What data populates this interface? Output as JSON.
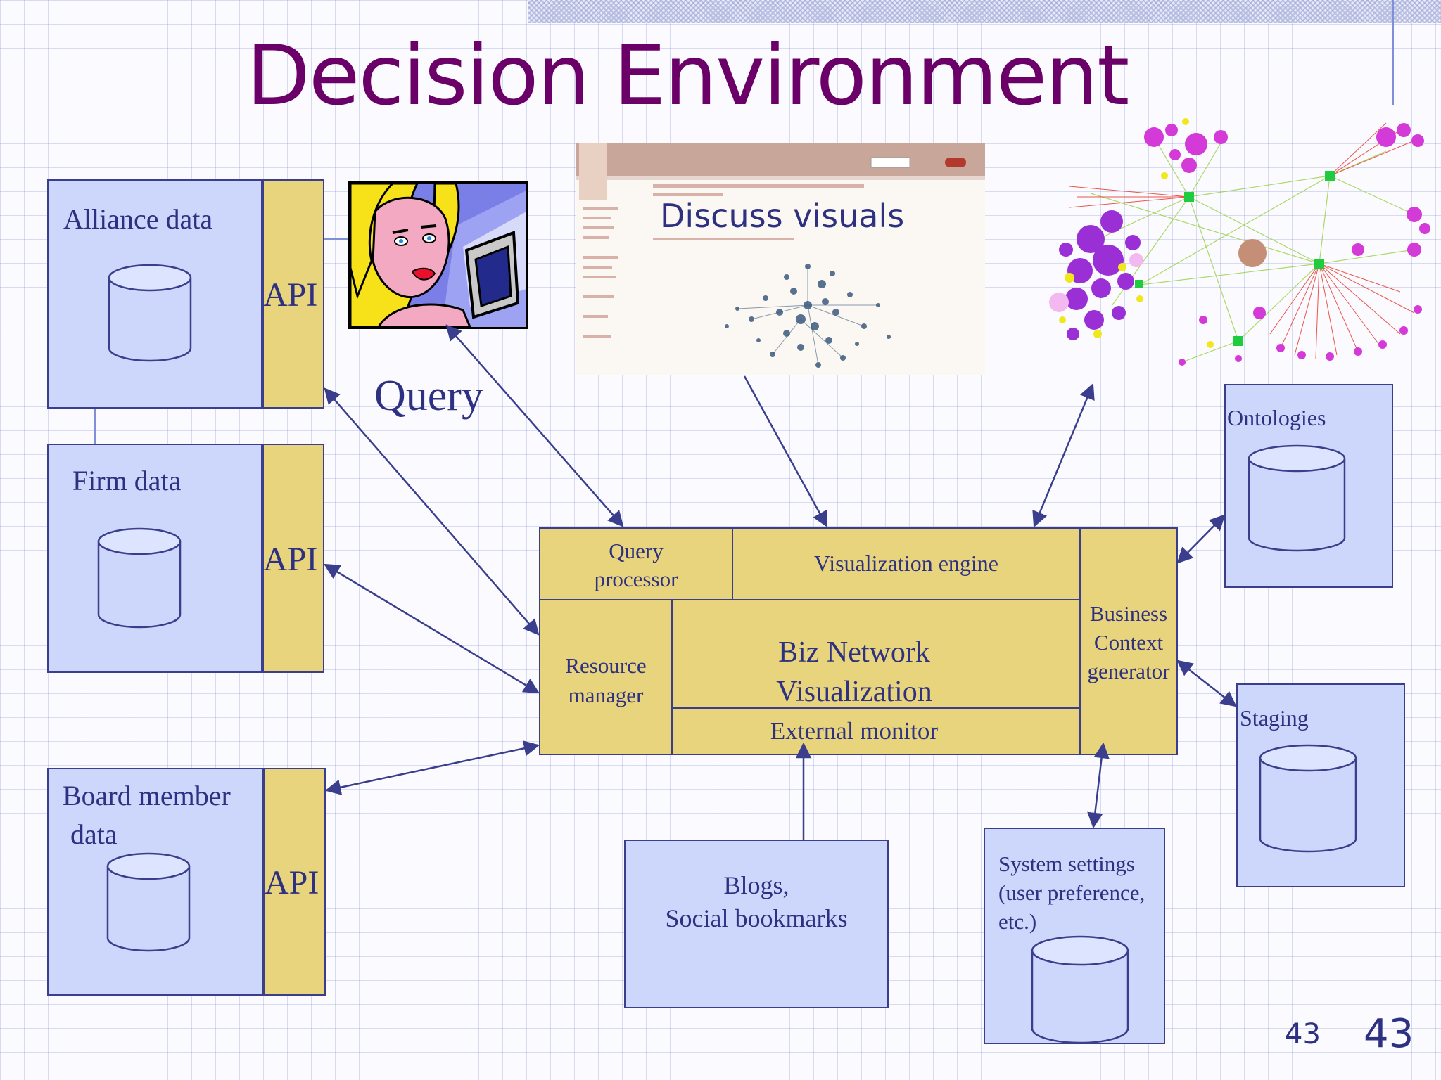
{
  "slide": {
    "title": "Decision Environment",
    "page_number_small": "43",
    "page_number_large": "43"
  },
  "sources": {
    "alliance": "Alliance data",
    "firm": "Firm data",
    "board_line1": "Board member",
    "board_line2": "data",
    "api_label": "API"
  },
  "labels": {
    "query": "Query",
    "discuss_visuals": "Discuss visuals"
  },
  "engine": {
    "query_processor_line1": "Query",
    "query_processor_line2": "processor",
    "visualization_engine": "Visualization engine",
    "resource_manager_line1": "Resource",
    "resource_manager_line2": "manager",
    "biz_network_line1": "Biz Network",
    "biz_network_line2": "Visualization",
    "external_monitor": "External monitor",
    "business_context_line1": "Business",
    "business_context_line2": "Context",
    "business_context_line3": "generator"
  },
  "stores": {
    "ontologies": "Ontologies",
    "staging": "Staging",
    "blogs_line1": "Blogs,",
    "blogs_line2": "Social bookmarks",
    "settings_line1": "System settings",
    "settings_line2": "(user preference,",
    "settings_line3": "etc.)"
  },
  "colors": {
    "title": "#6a0068",
    "box_blue": "#cdd7fb",
    "box_gold": "#e8d47c",
    "stroke": "#3a3e8c",
    "text": "#2e3182"
  },
  "icons": {
    "database": "cylinder-icon",
    "woman": "woman-at-computer-clipart",
    "screenshot": "many-eyes-screenshot",
    "network": "network-graph-image"
  }
}
